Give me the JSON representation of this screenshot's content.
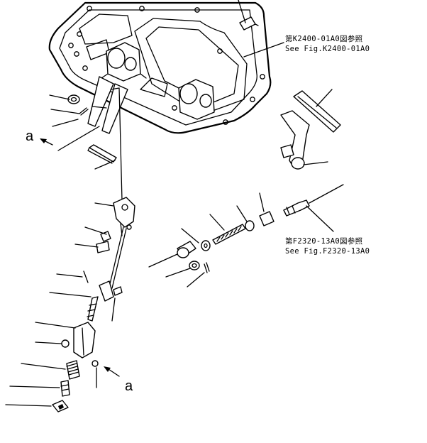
{
  "references": {
    "upper": {
      "line1": "第K2400-01A0図参照",
      "line2": "See Fig.K2400-01A0"
    },
    "lower": {
      "line1": "第F2320-13A0図参照",
      "line2": "See Fig.F2320-13A0"
    }
  },
  "markers": {
    "upper": "a",
    "lower": "a"
  }
}
